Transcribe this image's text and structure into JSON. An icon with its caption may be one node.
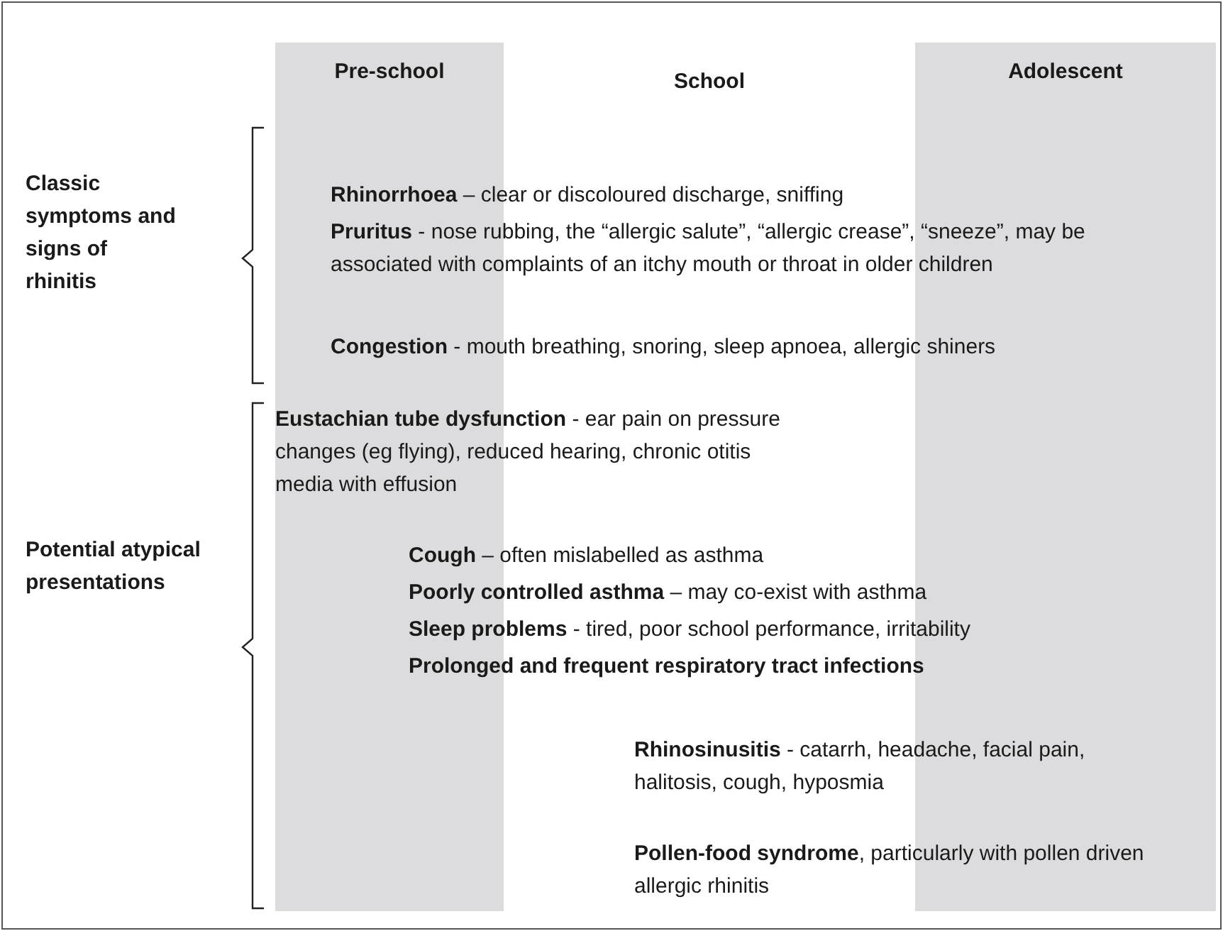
{
  "diagram": {
    "nodes": [
      {
        "text": [
          "Pre-school"
        ]
      },
      {
        "text": [
          "Adolescent"
        ]
      }
    ],
    "labels": [
      "School",
      "Classic symptoms and signs of rhinitis",
      "**Rhinorrhoea** – clear or discoloured discharge, sniffing",
      "**Pruritus** - nose rubbing, the “allergic salute”, “allergic crease”, “sneeze”, may be associated with complaints of an itchy mouth or throat in older children",
      "**Congestion** - mouth breathing, snoring, sleep apnoea, allergic shiners",
      "Potential atypical presentations",
      "**Eustachian tube dysfunction** - ear pain on pressure changes (eg flying), reduced hearing, chronic otitis media with effusion",
      "**Cough** – often mislabelled as asthma",
      "**Poorly controlled asthma** – may co-exist with asthma",
      "**Sleep problems** - tired, poor school performance, irritability",
      "Prolonged and frequent respiratory tract infections",
      "**Rhinosinusitis** - catarrh, headache, facial pain, halitosis, cough, hyposmia",
      "**Pollen-food syndrome**, particularly with pollen driven allergic rhinitis"
    ]
  }
}
